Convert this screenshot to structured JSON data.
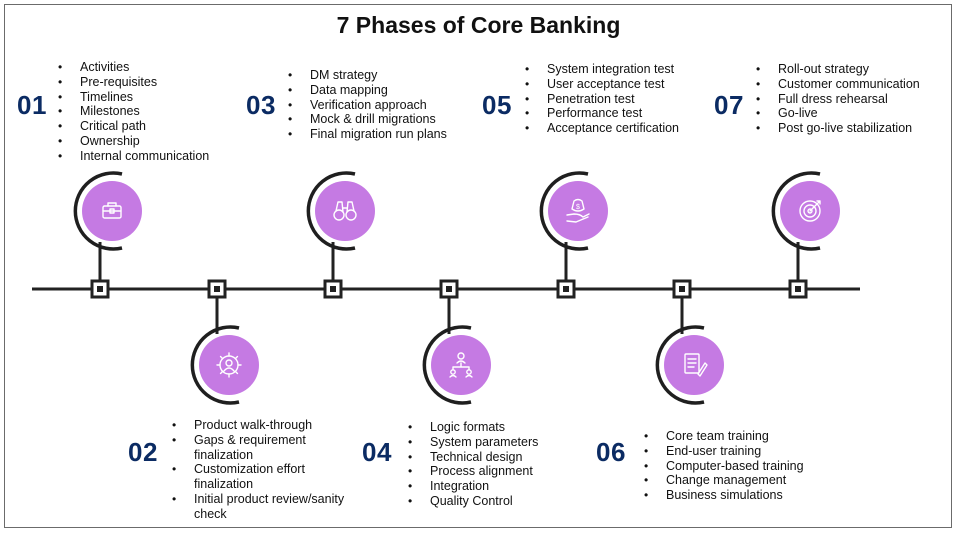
{
  "title": "7 Phases of Core Banking",
  "colors": {
    "accent_circle": "#c57ae3",
    "number": "#0b2b63",
    "line": "#222222",
    "arc": "#1f1f1f"
  },
  "phases": [
    {
      "number": "01",
      "icon": "briefcase-icon",
      "items": [
        "Activities",
        "Pre-requisites",
        "Timelines",
        "Milestones",
        "Critical path",
        "Ownership",
        "Internal communication"
      ]
    },
    {
      "number": "02",
      "icon": "gear-user-icon",
      "items": [
        "Product walk-through",
        "Gaps & requirement finalization",
        "Customization effort finalization",
        "Initial product review/sanity check"
      ]
    },
    {
      "number": "03",
      "icon": "binoculars-icon",
      "items": [
        "DM strategy",
        "Data mapping",
        "Verification approach",
        "Mock & drill migrations",
        "Final migration run plans"
      ]
    },
    {
      "number": "04",
      "icon": "org-chart-icon",
      "items": [
        "Logic formats",
        "System parameters",
        "Technical design",
        "Process alignment",
        "Integration",
        "Quality Control"
      ]
    },
    {
      "number": "05",
      "icon": "money-hand-icon",
      "items": [
        "System integration test",
        "User acceptance test",
        "Penetration test",
        "Performance test",
        "Acceptance certification"
      ]
    },
    {
      "number": "06",
      "icon": "document-pen-icon",
      "items": [
        "Core team training",
        "End-user training",
        "Computer-based training",
        "Change management",
        "Business simulations"
      ]
    },
    {
      "number": "07",
      "icon": "target-icon",
      "items": [
        "Roll-out strategy",
        "Customer communication",
        "Full dress rehearsal",
        "Go-live",
        "Post go-live stabilization"
      ]
    }
  ]
}
